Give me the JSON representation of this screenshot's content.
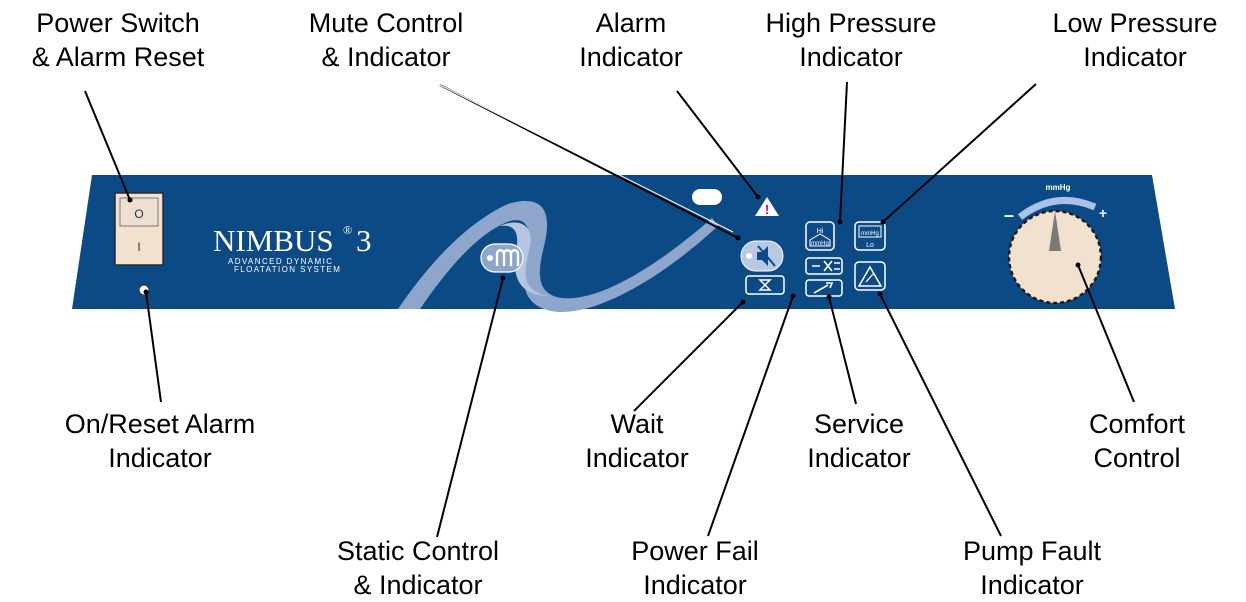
{
  "labels": {
    "power_switch": [
      "Power Switch",
      "& Alarm Reset"
    ],
    "mute_control": [
      "Mute Control",
      "& Indicator"
    ],
    "alarm_indicator": [
      "Alarm",
      "Indicator"
    ],
    "high_pressure": [
      "High Pressure",
      "Indicator"
    ],
    "low_pressure": [
      "Low Pressure",
      "Indicator"
    ],
    "on_reset": [
      "On/Reset Alarm",
      "Indicator"
    ],
    "wait": [
      "Wait",
      "Indicator"
    ],
    "service": [
      "Service",
      "Indicator"
    ],
    "comfort": [
      "Comfort",
      "Control"
    ],
    "static_control": [
      "Static Control",
      "& Indicator"
    ],
    "power_fail": [
      "Power Fail",
      "Indicator"
    ],
    "pump_fault": [
      "Pump Fault",
      "Indicator"
    ]
  },
  "panel": {
    "brand_main": "NIMBUS",
    "brand_reg": "®",
    "brand_num": "3",
    "tagline_1": "ADVANCED DYNAMIC",
    "tagline_2": "FLOATATION SYSTEM",
    "switch_on": "O",
    "switch_off": "I",
    "hi_label": "Hi",
    "hi_unit": "mmHg",
    "lo_label": "Lo",
    "lo_unit": "mmHg",
    "dial_unit": "mmHg",
    "dial_minus": "–",
    "dial_plus": "+",
    "alarm_glyph": "!",
    "static_glyph": "m"
  },
  "colors": {
    "panel_blue": "#0c4a86",
    "swoosh": "#8ea6cc",
    "knob": "#f3e1d0",
    "alarm_mark": "#cc0077"
  }
}
